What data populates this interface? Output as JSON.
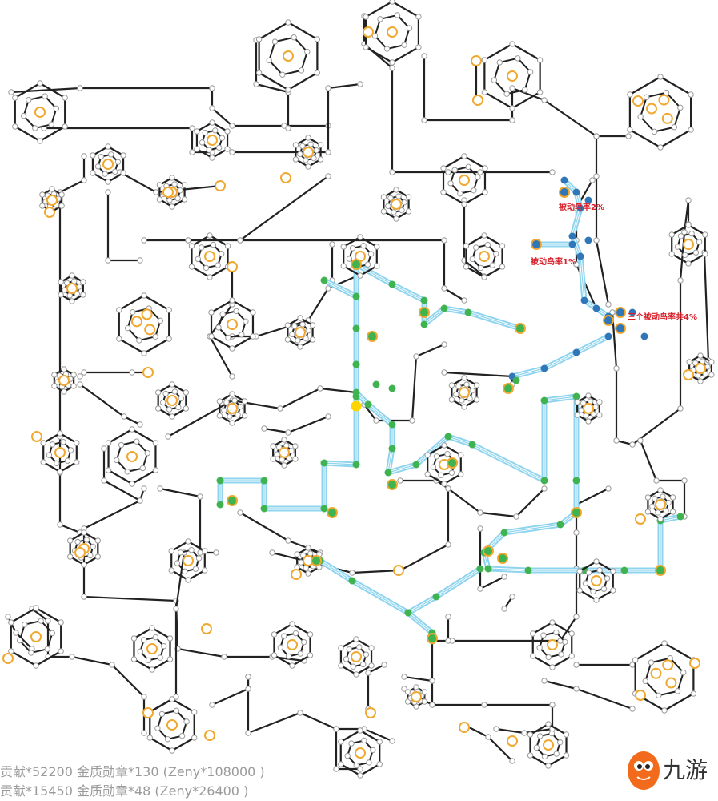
{
  "colors": {
    "edge": "#222222",
    "node_fill": "#ffffff",
    "node_stroke": "#9a9a9a",
    "major_node": "#f0a830",
    "path_green": "#3fb34f",
    "path_blue": "#2f77b8",
    "highlight": "#8fd4ef",
    "start_node": "#ffd400",
    "callout_text": "#d8202a"
  },
  "callouts": {
    "a": "被动鸟率2%",
    "b": "被动鸟率1%",
    "c": "三个被动鸟率共4%"
  },
  "costs": {
    "line1": "贡献*52200 金质勋章*130 (Zeny*108000 )",
    "line2": "贡献*15450 金质勋章*48 (Zeny*26400 )"
  },
  "watermark": {
    "logo_icon": "mascot-icon",
    "text": "九游"
  }
}
